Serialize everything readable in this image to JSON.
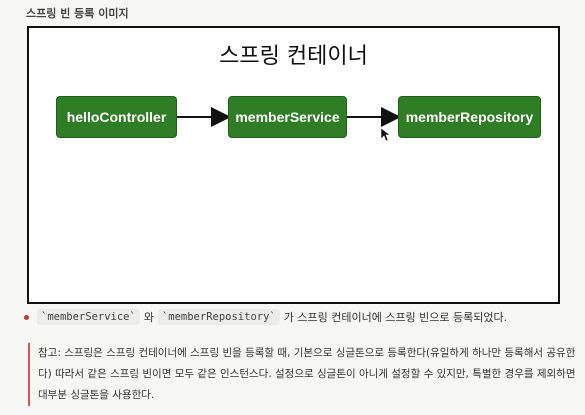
{
  "caption": "스프링 빈 등록 이미지",
  "diagram": {
    "title": "스프링 컨테이너",
    "nodes": [
      {
        "label": "helloController"
      },
      {
        "label": "memberService"
      },
      {
        "label": "memberRepository"
      }
    ],
    "node_color": "#2f7d24",
    "node_text_color": "#ffffff",
    "arrow_icon": "arrow-right",
    "cursor_icon": "mouse-pointer"
  },
  "bullet": {
    "code1": "`memberService`",
    "connector": "와",
    "code2": "`memberRepository`",
    "text": "가 스프링 컨테이너에 스프링 빈으로 등록되었다."
  },
  "note": {
    "text": "참고: 스프링은 스프링 컨테이너에 스프링 빈을 등록할 때, 기본으로 싱글톤으로 등록한다(유일하게 하나만 등록해서 공유한다) 따라서 같은 스프링 빈이면 모두 같은 인스턴스다. 설정으로 싱글톤이 아니게 설정할 수 있지만, 특별한 경우를 제외하면 대부분 싱글톤을 사용한다."
  }
}
